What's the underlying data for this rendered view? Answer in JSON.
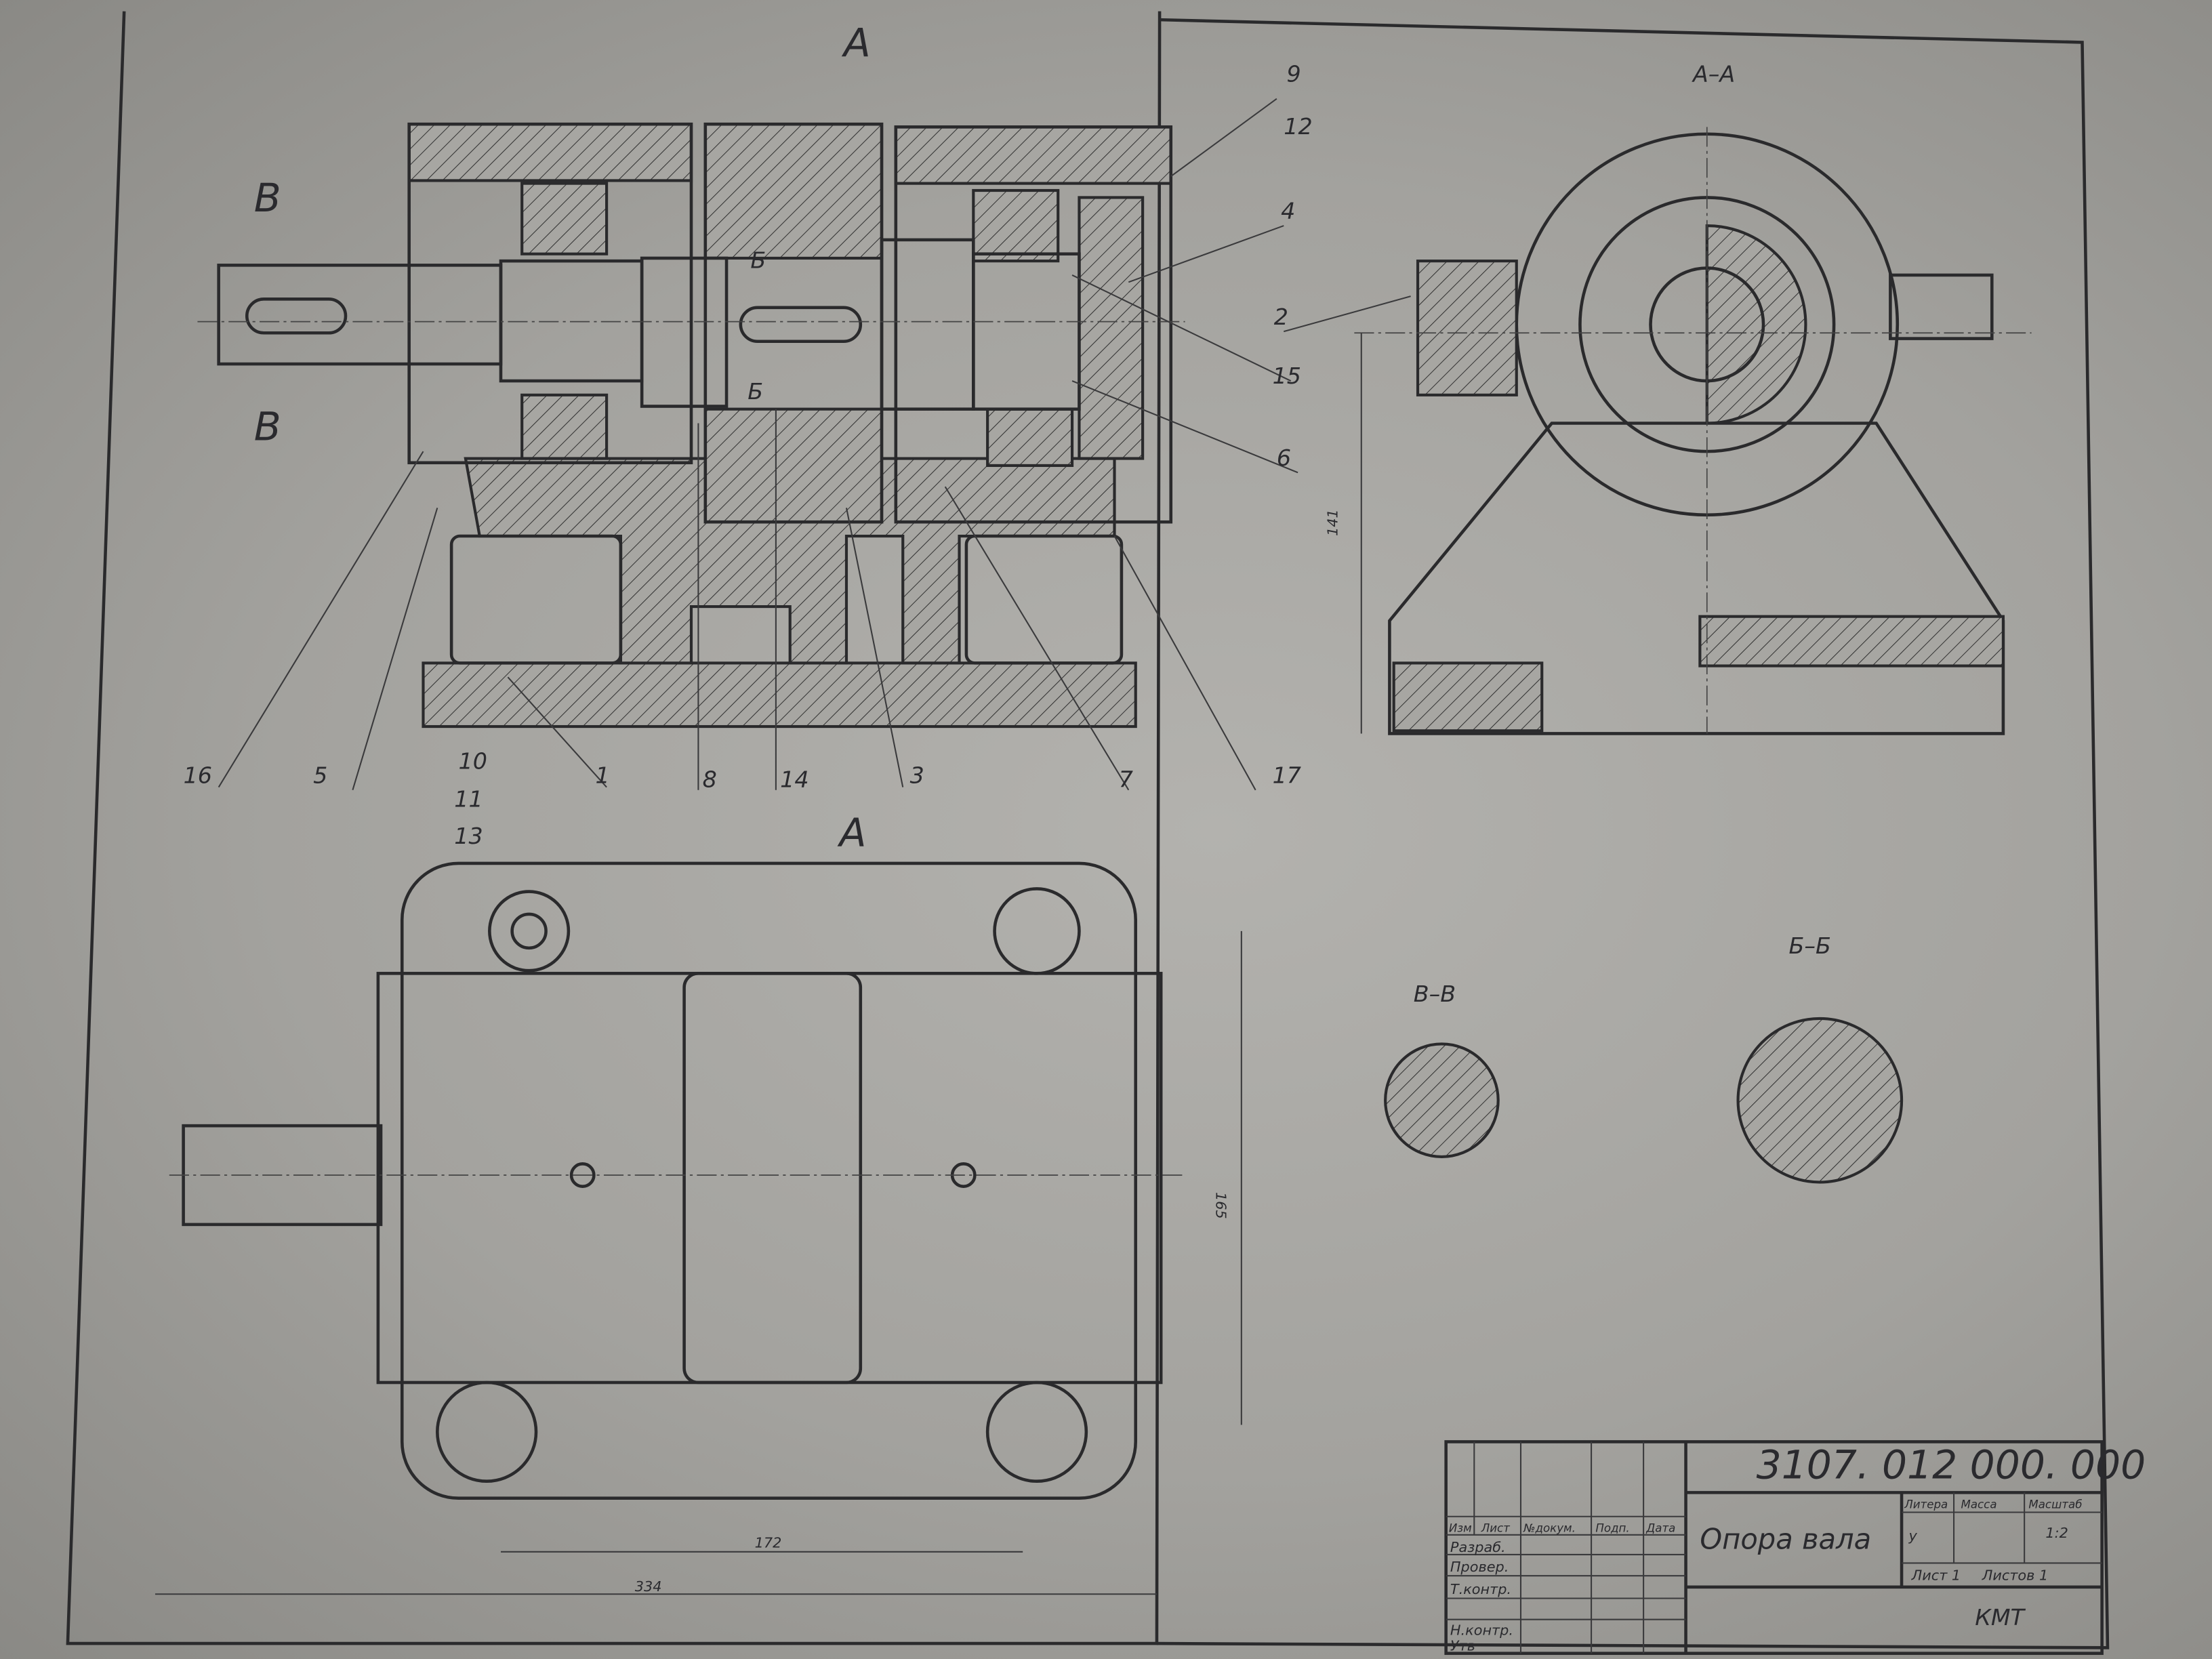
{
  "sections": {
    "a_a": "А–А",
    "b_b": "Б–Б",
    "v_v": "В–В",
    "a": "А",
    "b": "Б",
    "v": "В"
  },
  "part_numbers": {
    "p1": "1",
    "p2": "2",
    "p3": "3",
    "p4": "4",
    "p5": "5",
    "p6": "6",
    "p7": "7",
    "p8": "8",
    "p9": "9",
    "p10": "10",
    "p11": "11",
    "p12": "12",
    "p13": "13",
    "p14": "14",
    "p15": "15",
    "p16": "16",
    "p17": "17"
  },
  "dimensions": {
    "overall_length": "334",
    "bolt_spacing": "172",
    "width": "165",
    "height": "141"
  },
  "title_block": {
    "designation": "3107. 012 000. 000",
    "name": "Опора вала",
    "headers": {
      "izm": "Изм",
      "list": "Лист",
      "doc": "№докум.",
      "sign": "Подп.",
      "date": "Дата"
    },
    "roles": {
      "razrab": "Разраб.",
      "prover": "Провер.",
      "tkontr": "Т.контр.",
      "nkontr": "Н.контр.",
      "utv": "Утв"
    },
    "litera_label": "Литера",
    "litera_value": "у",
    "mass_label": "Масса",
    "scale_label": "Масштаб",
    "scale_value": "1:2",
    "sheet": "Лист 1",
    "sheets": "Листов 1",
    "org": "КМТ"
  }
}
